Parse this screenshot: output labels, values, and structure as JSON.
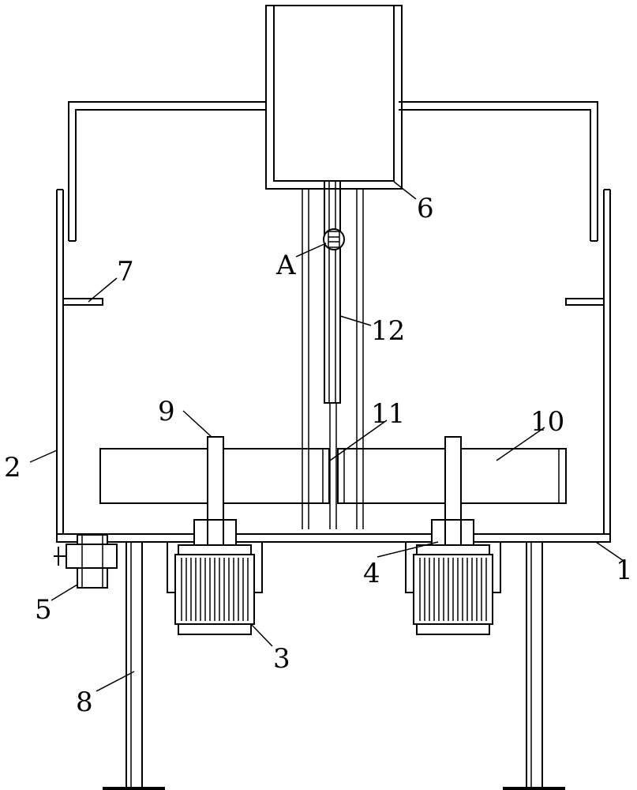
{
  "labels": {
    "base_plate": "1",
    "tank_wall": "2",
    "motor": "3",
    "coupling": "4",
    "valve": "5",
    "hopper": "6",
    "baffle": "7",
    "leg": "8",
    "shaft": "9",
    "paddle": "10",
    "center_tube": "11",
    "rod": "12",
    "detail": "A"
  }
}
